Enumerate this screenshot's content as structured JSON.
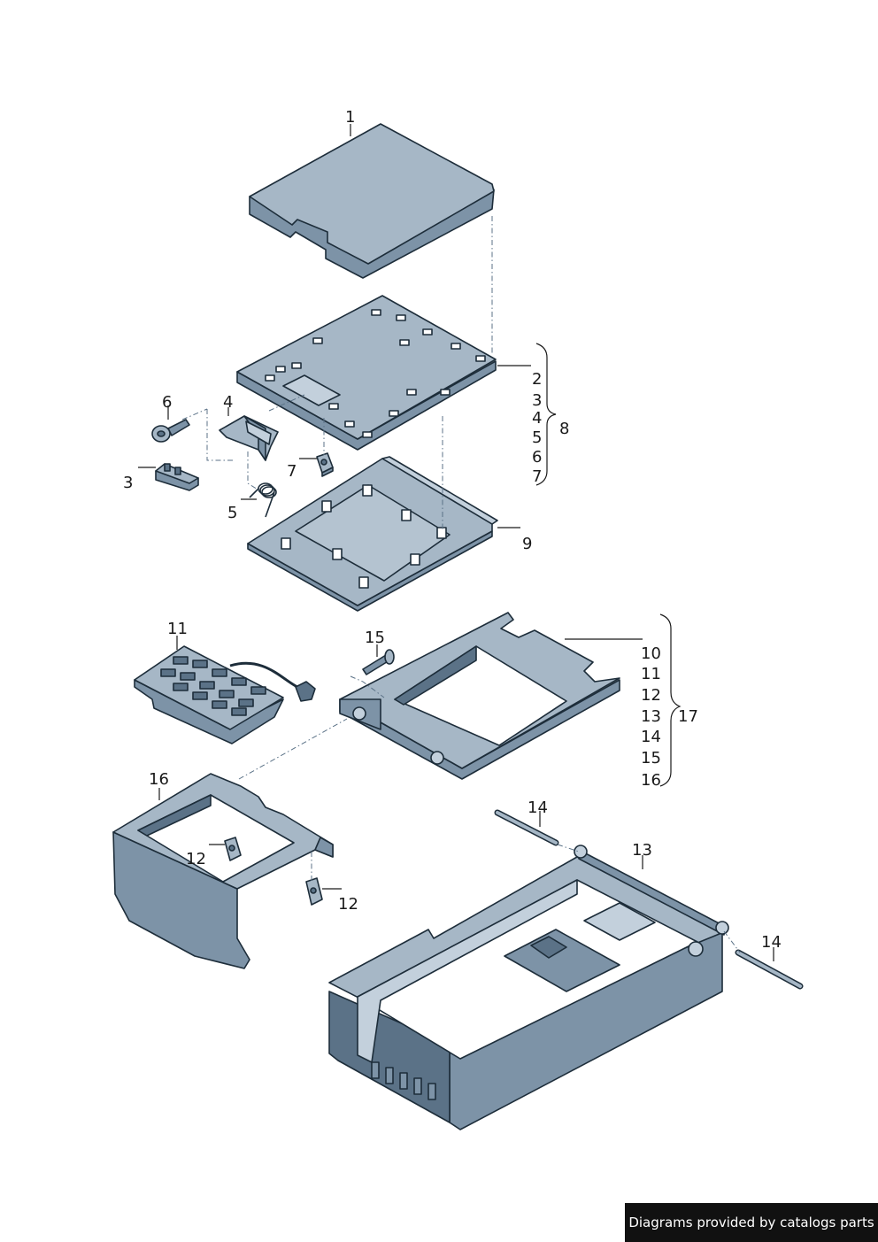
{
  "callouts": {
    "c1": "1",
    "c2": "2",
    "c3": "3",
    "c4": "4",
    "c5": "5",
    "c6": "6",
    "c7": "7",
    "c8": "8",
    "c9": "9",
    "c10": "10",
    "c11": "11",
    "c12": "12",
    "c13": "13",
    "c14": "14",
    "c15": "15",
    "c16": "16",
    "c17": "17"
  },
  "footer": {
    "credit": "Diagrams provided by catalogs parts"
  },
  "colors": {
    "part_face": "#a6b7c6",
    "part_side": "#7d93a7",
    "outline": "#1d2d3a",
    "footer_bg": "#111111"
  }
}
